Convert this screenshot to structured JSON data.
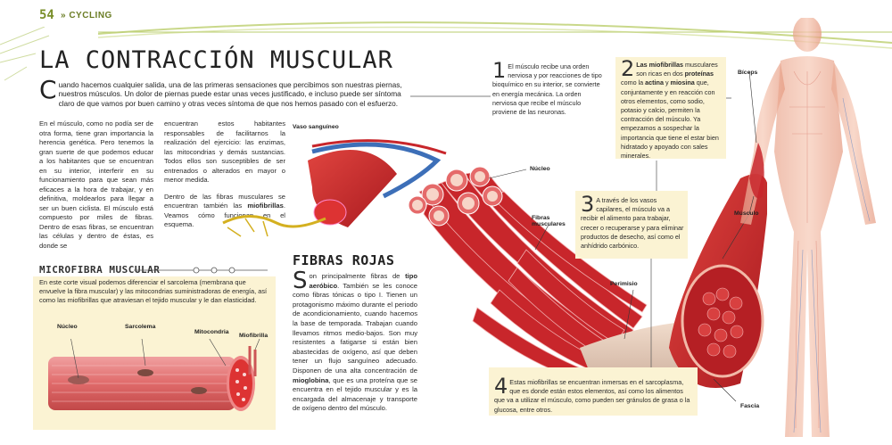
{
  "header": {
    "page_number": "54",
    "section": "» CYCLING"
  },
  "title": "LA CONTRACCIÓN MUSCULAR",
  "intro": {
    "dropcap": "C",
    "text": "uando hacemos cualquier salida, una de las primeras sensaciones que percibimos son nuestras piernas, nuestros músculos. Un dolor de piernas puede estar unas veces justificado, e incluso puede ser síntoma claro de que vamos por buen camino y otras veces síntoma de que nos hemos pasado con el esfuerzo."
  },
  "body": {
    "col1": "En el músculo, como no podía ser de otra forma, tiene gran importancia la herencia genética. Pero tenemos la gran suerte de que podemos educar a los habitantes que se encuentran en su interior, interferir en su funcionamiento para que sean más eficaces a la hora de trabajar, y en definitiva, moldearlos para llegar a ser un buen ciclista. El músculo está compuesto por miles de fibras. Dentro de esas fibras, se encuentran las células y dentro de éstas, es donde se",
    "col2_p1": "encuentran estos habitantes responsables de facilitarnos la realización del ejercicio: las enzimas, las mitocondrias y demás sustancias. Todos ellos son susceptibles de ser entrenados o alterados en mayor o menor medida.",
    "col2_p2_start": "Dentro de las fibras musculares se encuentran también las ",
    "col2_p2_bold": "miofibrillas",
    "col2_p2_end": ". Veamos cómo funcionan en el esquema."
  },
  "microfibra": {
    "heading": "MICROFIBRA MUSCULAR",
    "text": "En este corte visual podemos diferenciar el sarcolema (membrana que envuelve la fibra muscular) y las mitocondrias suministradoras de energía, así como las miofibrillas que atraviesan el tejido muscular y le dan elasticidad.",
    "labels": {
      "nucleo": "Núcleo",
      "sarcolema": "Sarcolema",
      "mitocondria": "Mitocondria",
      "miofibrilla": "Miofibrilla"
    }
  },
  "fibras_rojas": {
    "heading": "FIBRAS ROJAS",
    "dropcap": "S",
    "t1": "on principalmente fibras de ",
    "b1": "tipo aeróbico",
    "t2": ". También se les conoce como fibras tónicas o tipo I. Tienen un protagonismo máximo durante el periodo de acondicionamiento, cuando hacemos la base de temporada. Trabajan cuando llevamos ritmos medio-bajos. Son muy resistentes a fatigarse si están bien abastecidas de oxígeno, así que deben tener un flujo sanguíneo adecuado. Disponen de una alta concentración de ",
    "b2": "mioglobina",
    "t3": ", que es una proteína que se encuentra en el tejido muscular y es la encargada del almacenaje y transporte de oxígeno dentro del músculo."
  },
  "callouts": {
    "c1": {
      "num": "1",
      "text": "El músculo recibe una orden nerviosa y por reacciones de tipo bioquímico en su interior, se convierte en energía mecánica. La orden nerviosa que recibe el músculo proviene de las neuronas."
    },
    "c2": {
      "num": "2",
      "b1": "Las miofibrillas",
      "t1": " musculares son ricas en dos ",
      "b2": "proteínas",
      "t2": " como la ",
      "b3": "actina",
      "t3": " y ",
      "b4": "miosina",
      "t4": " que, conjuntamente y en reacción con otros elementos, como sodio, potasio y calcio, permiten la contracción del músculo. Ya empezamos a sospechar la importancia que tiene el estar bien hidratado y apoyado con sales minerales."
    },
    "c3": {
      "num": "3",
      "text": "A través de los vasos capilares, el músculo va a recibir el alimento para trabajar, crecer o recuperarse y para eliminar productos de desecho, así como el anhídrido carbónico."
    },
    "c4": {
      "num": "4",
      "text": "Estas miofibrillas se encuentran inmersas en el sarcoplasma, que es donde están estos elementos, así como los alimentos que va a utilizar el músculo, como pueden ser gránulos de grasa o la glucosa, entre otros."
    }
  },
  "diagram_labels": {
    "vaso": "Vaso sanguíneo",
    "nucleo": "Núcleo",
    "fibras": "Fibras musculares",
    "perimisio": "Perimisio",
    "biceps": "Bíceps",
    "musculo": "Músculo",
    "fascia": "Fascia"
  },
  "colors": {
    "accent": "#7a8f2b",
    "box": "#fbf3d3",
    "muscle": "#c8262b"
  }
}
